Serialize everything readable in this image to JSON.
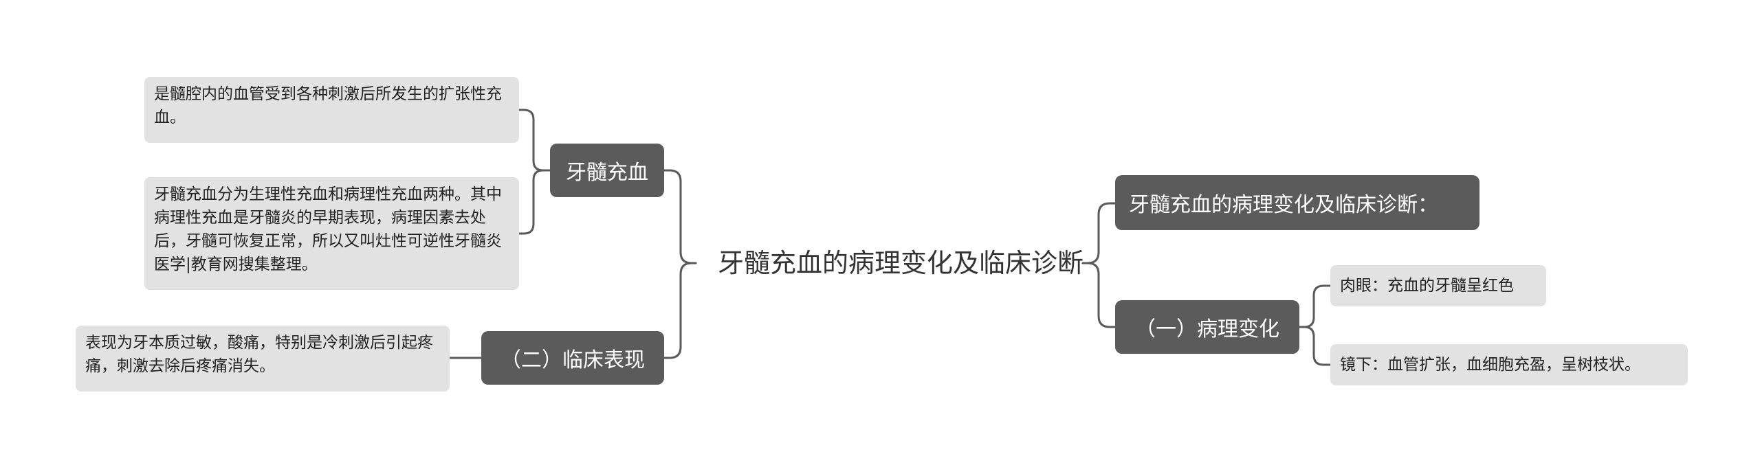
{
  "root": {
    "title": "牙髓充血的病理变化及临床诊断"
  },
  "left": {
    "branch1": {
      "label": "牙髓充血",
      "notes": [
        "是髓腔内的血管受到各种刺激后所发生的扩张性充血。",
        "牙髓充血分为生理性充血和病理性充血两种。其中病理性充血是牙髓炎的早期表现，病理因素去处后，牙髓可恢复正常，所以又叫灶性可逆性牙髓炎医学|教育网搜集整理。"
      ]
    },
    "branch2": {
      "label": "（二）临床表现",
      "notes": [
        "表现为牙本质过敏，酸痛，特别是冷刺激后引起疼痛，刺激去除后疼痛消失。"
      ]
    }
  },
  "right": {
    "branch1": {
      "label": "牙髓充血的病理变化及临床诊断："
    },
    "branch2": {
      "label": "（一）病理变化",
      "notes": [
        "肉眼：充血的牙髓呈红色",
        "镜下：血管扩张，血细胞充盈，呈树枝状。"
      ]
    }
  },
  "colors": {
    "branch_fill": "#5b5b5b",
    "leaf_fill": "#e2e2e2",
    "connector": "#5a5a5a",
    "root_text": "#333333"
  }
}
